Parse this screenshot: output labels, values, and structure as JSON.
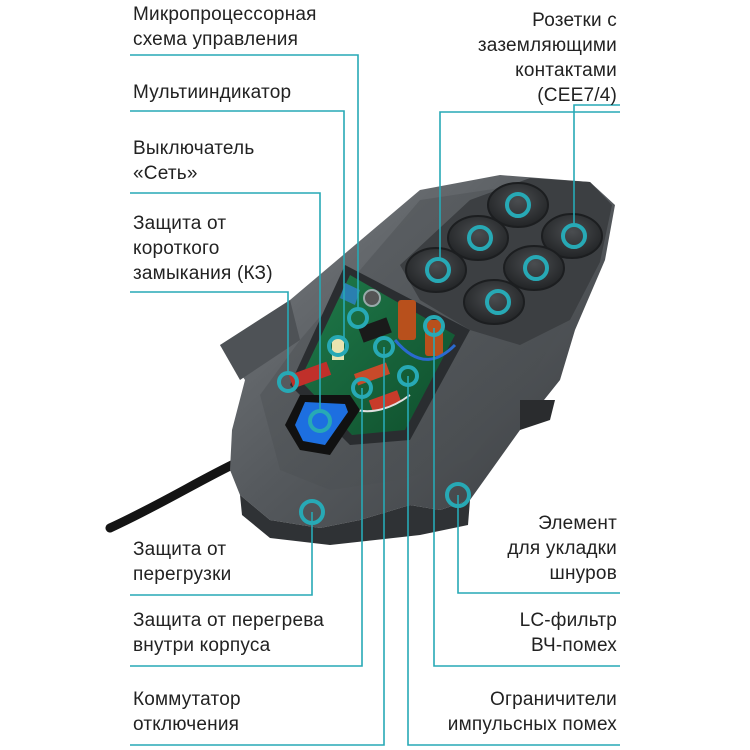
{
  "accent_color": "#27a9b5",
  "labels": {
    "microprocessor": "Микропроцессорная\nсхема управления",
    "multiindicator": "Мультииндикатор",
    "power_switch": "Выключатель\n«Сеть»",
    "short_circuit": "Защита от\nкороткого\nзамыкания (КЗ)",
    "overload": "Защита от\nперегрузки",
    "overheat": "Защита от перегрева\nвнутри корпуса",
    "cutoff_switch": "Коммутатор\nотключения",
    "sockets": "Розетки с\nзаземляющими\nконтактами\n(CEE7/4)",
    "cord_holder": "Элемент\nдля укладки\nшнуров",
    "lc_filter": "LC-фильтр\nВЧ-помех",
    "surge_limiters": "Ограничители\nимпульсных помех"
  },
  "icons": {
    "device": "surge-protector-illustration",
    "callout": "teal-ring-marker"
  }
}
